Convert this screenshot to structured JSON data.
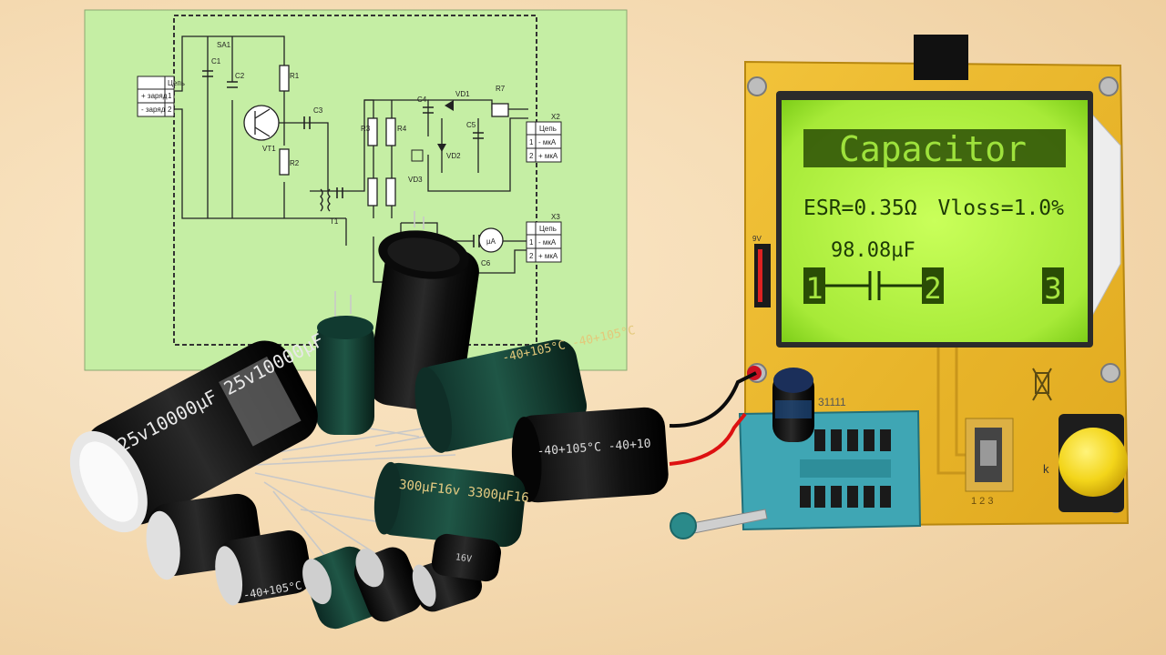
{
  "schematic": {
    "left_connector": {
      "header": [
        "",
        "Цепь"
      ],
      "rows": [
        [
          "1",
          "+ заряд"
        ],
        [
          "2",
          "- заряд"
        ]
      ]
    },
    "out_top": {
      "header": [
        "X2",
        "Цепь"
      ],
      "rows": [
        [
          "1",
          "- мкА"
        ],
        [
          "2",
          "+ мкА"
        ]
      ]
    },
    "out_bottom": {
      "header": [
        "X3",
        "Цепь"
      ],
      "rows": [
        [
          "1",
          "- мкА"
        ],
        [
          "2",
          "+ мкА"
        ]
      ]
    },
    "meter_symbol": "µA",
    "labels": [
      "R1",
      "R2",
      "R3",
      "R4",
      "C1",
      "C2",
      "C3",
      "C4",
      "C5",
      "C6",
      "VT1",
      "VD1",
      "VD2",
      "VD3",
      "T1",
      "SA1",
      "R7"
    ]
  },
  "tester": {
    "lcd": {
      "title": "Capacitor",
      "esr": "ESR=0.35Ω",
      "vloss": "Vloss=1.0%",
      "capacitance": "98.08µF",
      "pin_left": "1",
      "pin_mid": "2",
      "pin_right": "3"
    },
    "pcb_label": "31111",
    "test_button_label": "k",
    "pin_legend": "1 2 3",
    "voltage_label": "9V"
  },
  "capacitors": [
    {
      "label": "25v10000µF 25v10000µF"
    },
    {
      "label": "-40+105°C -40+105°C"
    },
    {
      "label": "-40+105°C -40+10"
    },
    {
      "label": "300µF16v 3300µF16"
    },
    {
      "label": "-40+105°C"
    },
    {
      "label": "16V"
    }
  ],
  "colors": {
    "schematic_bg": "#c5eea4",
    "lcd_bg": "#b6f048",
    "lcd_text": "#1d3a06",
    "pcb": "#e8b92e",
    "socket": "#3fa6b4",
    "button": "#f3d51a"
  }
}
